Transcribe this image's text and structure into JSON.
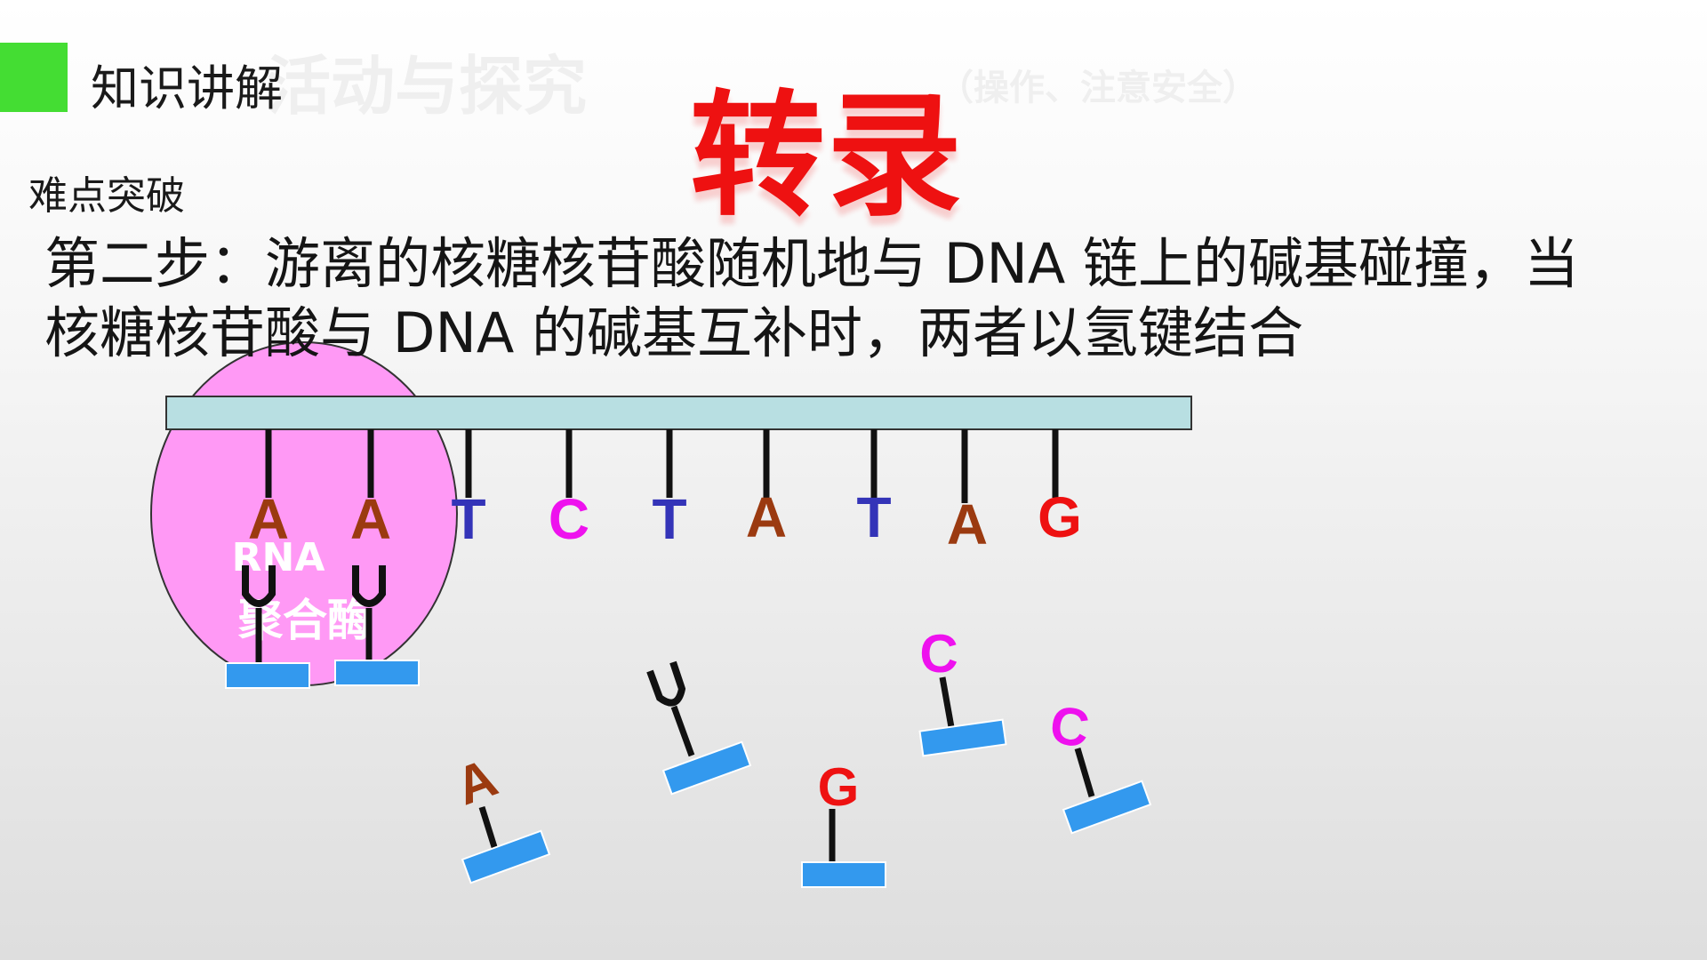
{
  "header": {
    "section_label": "知识讲解",
    "ghost_title": "活动与探究",
    "ghost_subtitle": "（操作、注意安全）",
    "title": "转录"
  },
  "sub_heading": "难点突破",
  "step_text": "第二步：游离的核糖核苷酸随机地与 DNA 链上的碱基碰撞，当核糖核苷酸与 DNA 的碱基互补时，两者以氢键结合",
  "enzyme": {
    "label_line1": "RNA",
    "label_line2": "聚合酶"
  },
  "colors": {
    "A": "#9b3a10",
    "T": "#3434b8",
    "C": "#ee11ee",
    "G": "#ee1111",
    "U": "#111111",
    "strand": "#b8dfe2",
    "sugar": "#3399ee",
    "enzyme": "#ff99f5"
  },
  "dna_bases": [
    "A",
    "A",
    "T",
    "C",
    "T",
    "A",
    "T",
    "A",
    "G"
  ],
  "paired_rna": [
    "U",
    "U"
  ],
  "free_nucleotides": [
    "A",
    "U",
    "G",
    "C",
    "C"
  ]
}
